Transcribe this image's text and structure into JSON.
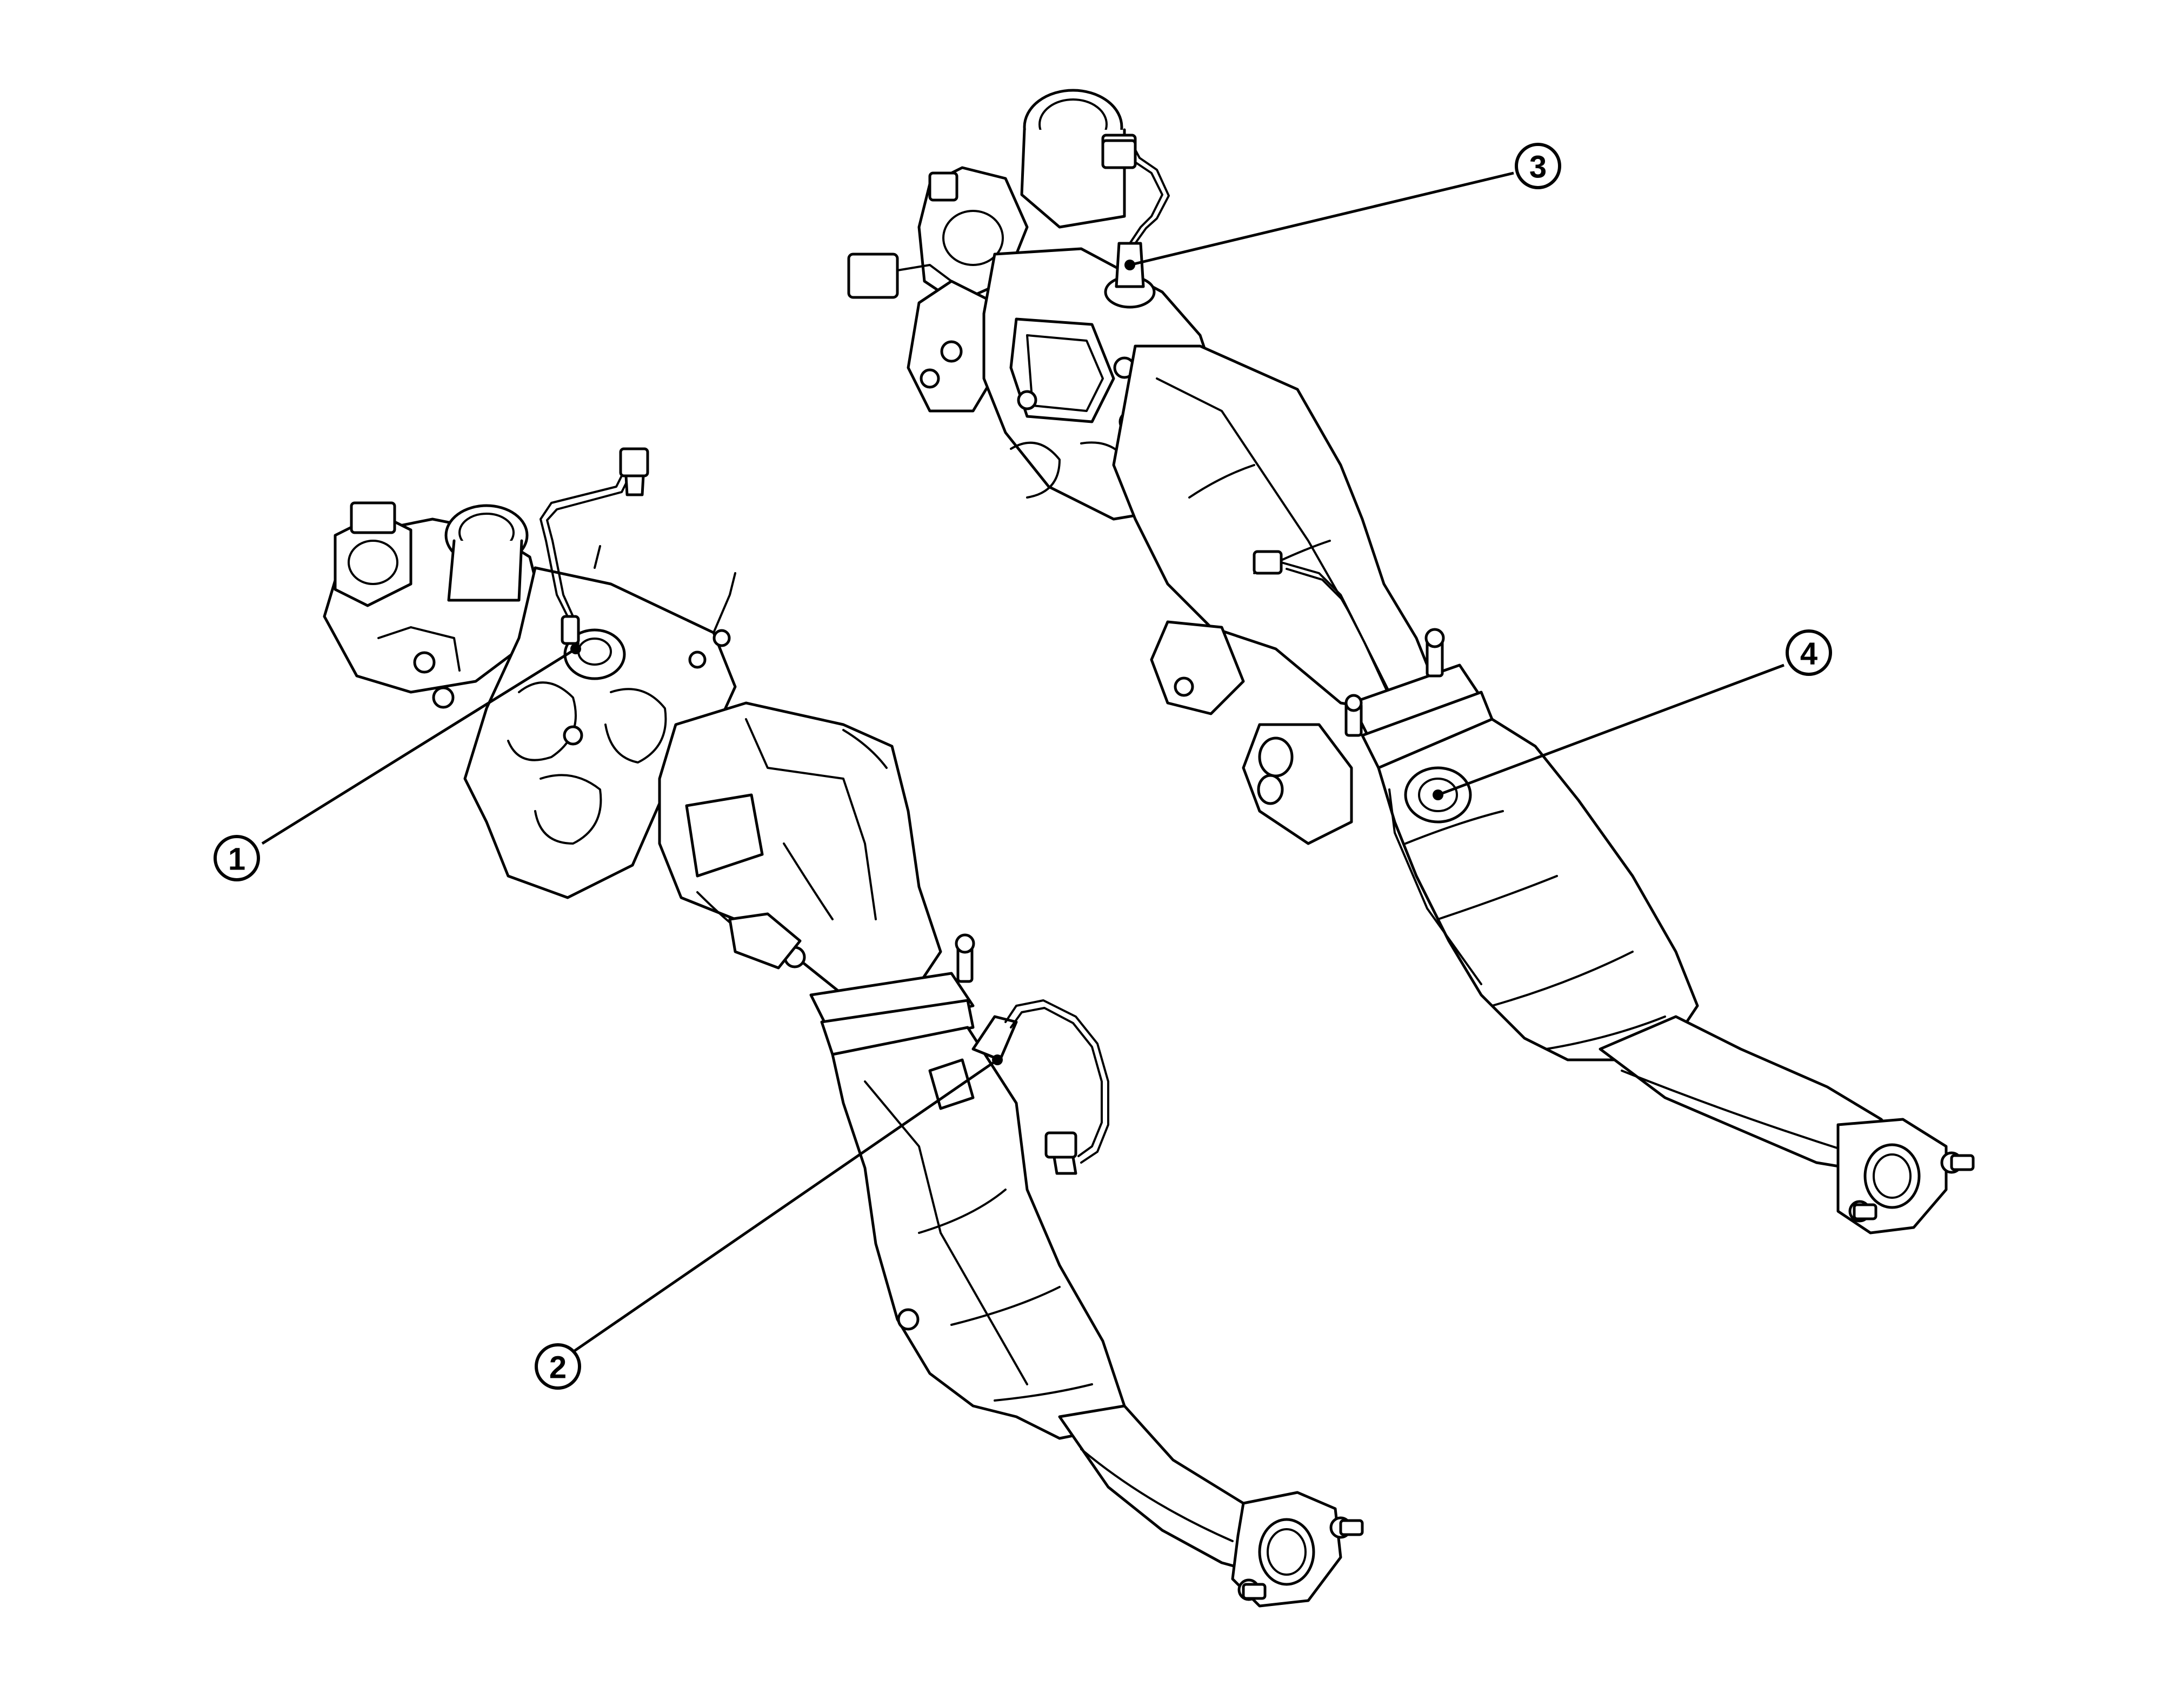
{
  "diagram": {
    "callouts": [
      {
        "label": "1"
      },
      {
        "label": "2"
      },
      {
        "label": "3"
      },
      {
        "label": "4"
      }
    ],
    "colors": {
      "line": "#000000",
      "background": "#ffffff"
    }
  }
}
